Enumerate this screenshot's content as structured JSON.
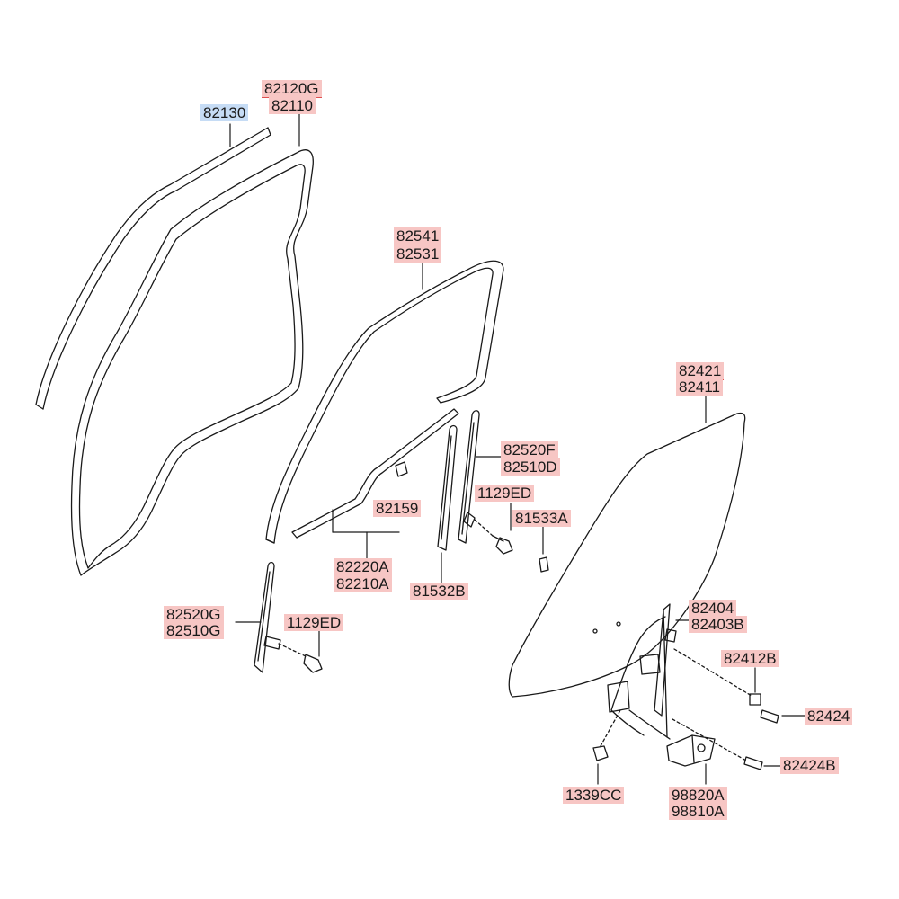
{
  "colors": {
    "label_red": "#f7c6c4",
    "label_blue": "#c6dcf5",
    "line": "#1a1a1a"
  },
  "labels": {
    "p82130": "82130",
    "p82120g": "82120G",
    "p82110": "82110",
    "p82541": "82541",
    "p82531": "82531",
    "p82421": "82421",
    "p82411": "82411",
    "p82520f": "82520F",
    "p82510d": "82510D",
    "p1129ed_a": "1129ED",
    "p81533a": "81533A",
    "p82159": "82159",
    "p82220a": "82220A",
    "p82210a": "82210A",
    "p81532b": "81532B",
    "p82520g": "82520G",
    "p82510g": "82510G",
    "p1129ed_b": "1129ED",
    "p82404": "82404",
    "p82403b": "82403B",
    "p82412b": "82412B",
    "p82424": "82424",
    "p82424b": "82424B",
    "p1339cc": "1339CC",
    "p98820a": "98820A",
    "p98810a": "98810A"
  }
}
